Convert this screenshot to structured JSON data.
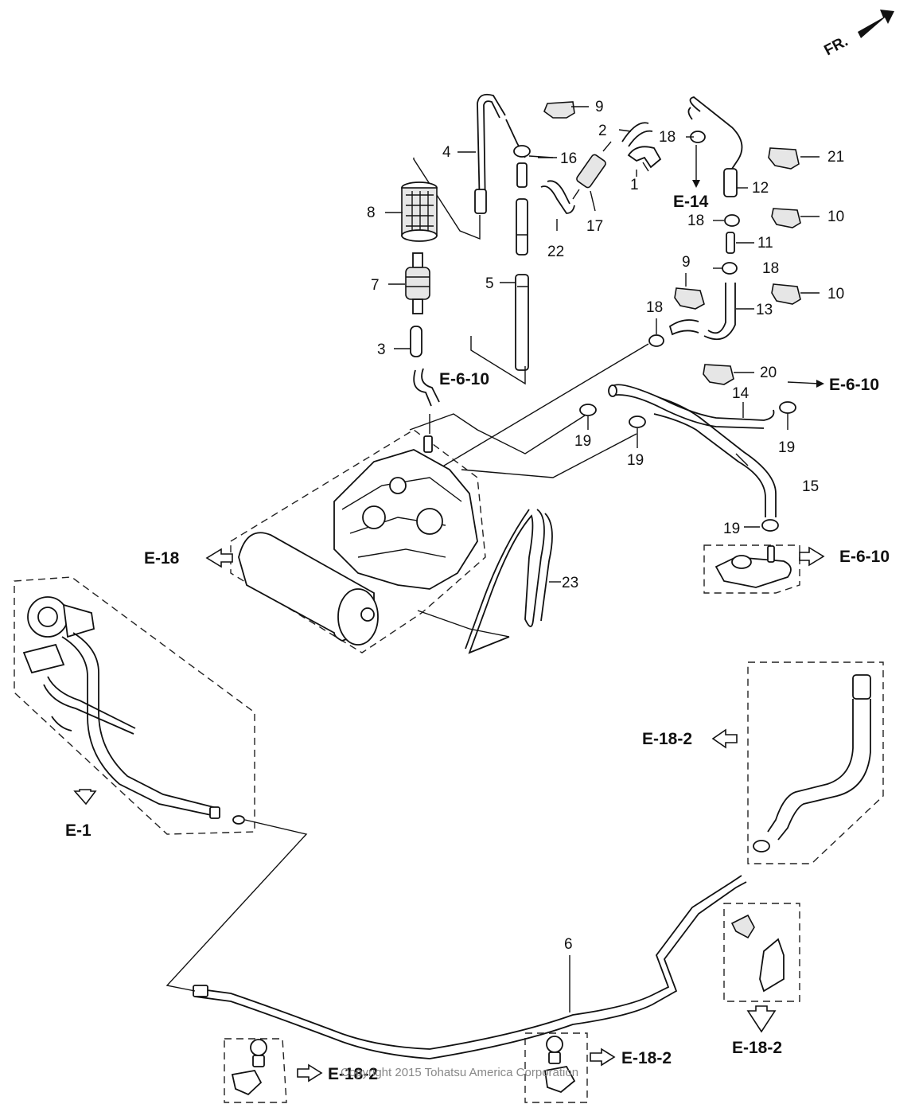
{
  "diagram": {
    "direction_label": "FR.",
    "copyright": "Copyright 2015 Tohatsu America Corporation",
    "part_numbers": [
      "1",
      "2",
      "3",
      "4",
      "5",
      "6",
      "7",
      "8",
      "9",
      "9",
      "10",
      "10",
      "11",
      "12",
      "13",
      "14",
      "15",
      "16",
      "17",
      "18",
      "18",
      "18",
      "18",
      "19",
      "19",
      "19",
      "19",
      "20",
      "21",
      "22",
      "23"
    ],
    "references": {
      "e14": "E-14",
      "e6_10_a": "E-6-10",
      "e6_10_b": "E-6-10",
      "e6_10_c": "E-6-10",
      "e18": "E-18",
      "e1": "E-1",
      "e18_2_a": "E-18-2",
      "e18_2_b": "E-18-2",
      "e18_2_c": "E-18-2",
      "e18_2_d": "E-18-2"
    },
    "callouts": {
      "p1": "1",
      "p2": "2",
      "p3": "3",
      "p4": "4",
      "p5": "5",
      "p6": "6",
      "p7": "7",
      "p8": "8",
      "p9a": "9",
      "p9b": "9",
      "p10a": "10",
      "p10b": "10",
      "p11": "11",
      "p12": "12",
      "p13": "13",
      "p14": "14",
      "p15": "15",
      "p16": "16",
      "p17": "17",
      "p18a": "18",
      "p18b": "18",
      "p18c": "18",
      "p18d": "18",
      "p19a": "19",
      "p19b": "19",
      "p19c": "19",
      "p19d": "19",
      "p20": "20",
      "p21": "21",
      "p22": "22",
      "p23": "23"
    }
  }
}
